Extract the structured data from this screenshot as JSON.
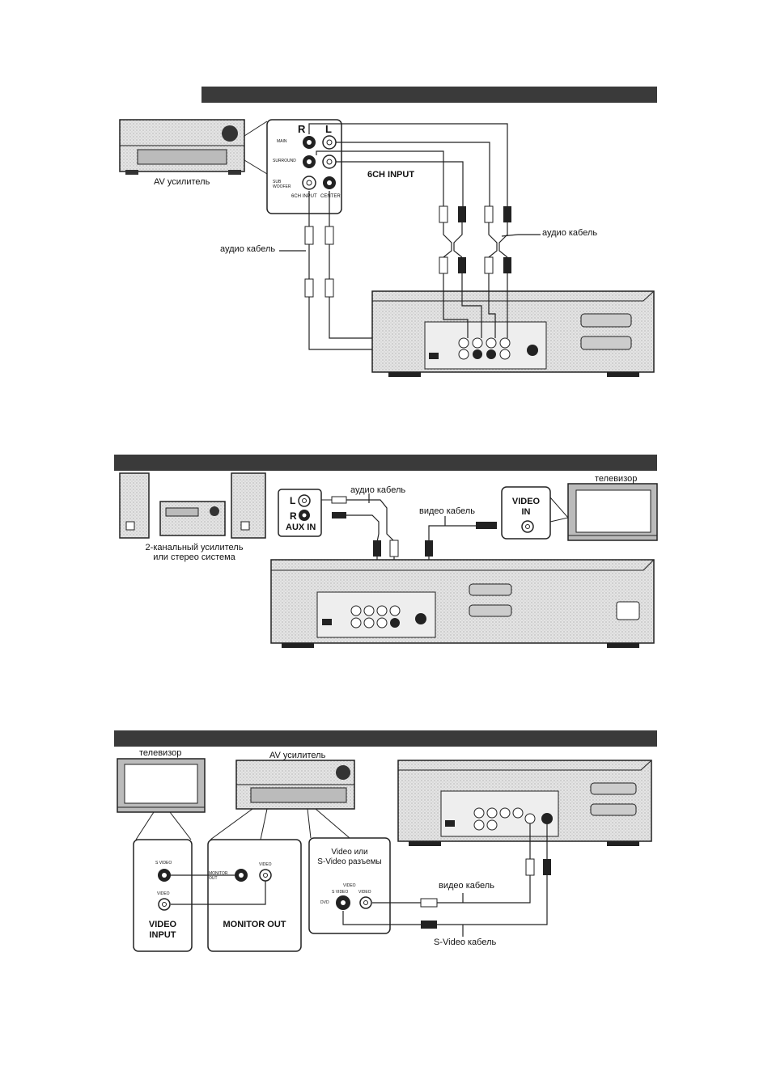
{
  "section1": {
    "amp_caption": "AV усилитель",
    "input_panel": {
      "r": "R",
      "l": "L",
      "main": "MAIN",
      "surround": "SURROUND",
      "subwoofer": "SUB WOOFER",
      "center": "CENTER",
      "sixch_input_small": "6CH INPUT"
    },
    "sixch_input": "6CH INPUT",
    "audio_cable_left": "аудио кабель",
    "audio_cable_right": "аудио кабель"
  },
  "section2": {
    "system_caption_line1": "2-канальный  усилитель",
    "system_caption_line2": "или стерео система",
    "tv_caption": "телевизор",
    "audio_cable": "аудио кабель",
    "video_cable": "видео кабель",
    "aux_l": "L",
    "aux_r": "R",
    "aux_in": "AUX IN",
    "video_in_line1": "VIDEO",
    "video_in_line2": "IN"
  },
  "section3": {
    "tv_caption": "телевизор",
    "amp_caption": "AV усилитель",
    "video_input_line1": "VIDEO",
    "video_input_line2": "INPUT",
    "tv_s_video": "S VIDEO",
    "tv_video": "VIDEO",
    "monitor_out": "MONITOR OUT",
    "amp_monitor_out": "MONITOR OUT",
    "amp_video": "VIDEO",
    "jacks_line1": "Video или",
    "jacks_line2": "S-Video разъемы",
    "dvd_s_video": "S VIDEO",
    "dvd_video": "VIDEO",
    "dvd_video_top": "VIDEO",
    "dvd_label": "DVD",
    "video_cable": "видео кабель",
    "s_video_cable": "S-Video кабель"
  },
  "colors": {
    "bar": "#3a3a3a",
    "device": "#d9d9d9",
    "line": "#222222"
  }
}
